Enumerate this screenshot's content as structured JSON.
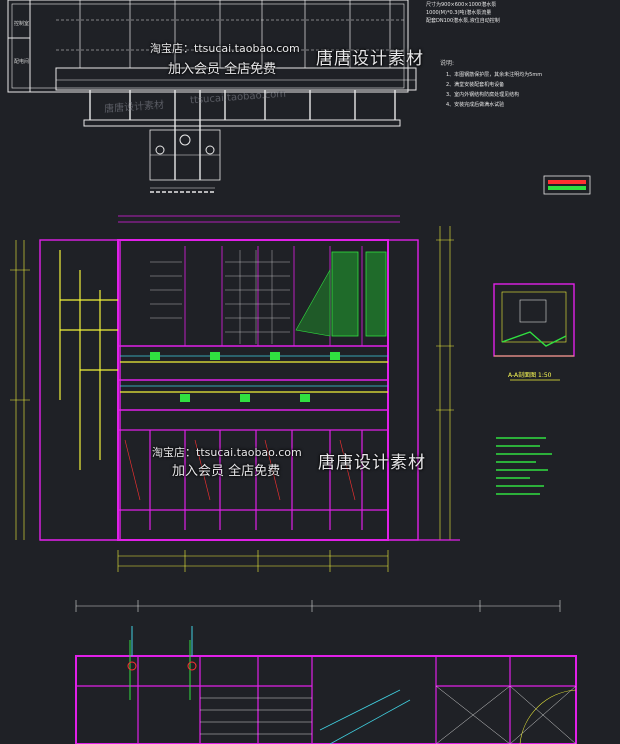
{
  "watermark": {
    "shop_label": "淘宝店：ttsucai.taobao.com",
    "join_label": "加入会员 全店免费",
    "brand": "唐唐设计素材",
    "faint_a": "唐唐设计素材",
    "faint_b": "ttsucai.taobao.com"
  },
  "notes": {
    "spec_line_1": "尺寸为900×600×1000潜水泵",
    "spec_line_2": "1000(M)*0.3(吨)潜水泵流量",
    "spec_line_3": "配套DN100潜水泵,液位自动控制",
    "remarks_title": "说明:",
    "remarks": [
      "1、本图钢筋保护层，其余未注明均为5mm",
      "2、满堂安装配套机电设备",
      "3、室内外钢结构防腐处理见结构",
      "4、安装完成后做满水试验"
    ]
  },
  "rooms": {
    "room_a": "控制室",
    "room_b": "配电间"
  },
  "section_caption": "A-A剖面图 1:50",
  "colors": {
    "background": "#1f2126",
    "magenta": "#e020e8",
    "yellow": "#f2f23a",
    "white": "#f0f0f0",
    "green": "#30e040",
    "cyan": "#40d0e0",
    "red": "#ff3030"
  }
}
